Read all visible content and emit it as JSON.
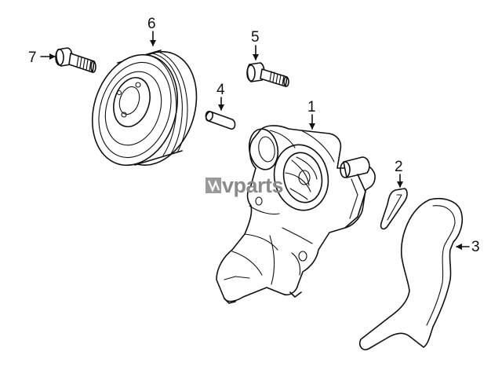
{
  "diagram": {
    "callouts": [
      {
        "id": "1",
        "label": "1"
      },
      {
        "id": "2",
        "label": "2"
      },
      {
        "id": "3",
        "label": "3"
      },
      {
        "id": "4",
        "label": "4"
      },
      {
        "id": "5",
        "label": "5"
      },
      {
        "id": "6",
        "label": "6"
      },
      {
        "id": "7",
        "label": "7"
      }
    ],
    "watermark": "vparts"
  },
  "colors": {
    "line": "#111111",
    "watermark": "#8a8a8a",
    "background": "#ffffff"
  }
}
